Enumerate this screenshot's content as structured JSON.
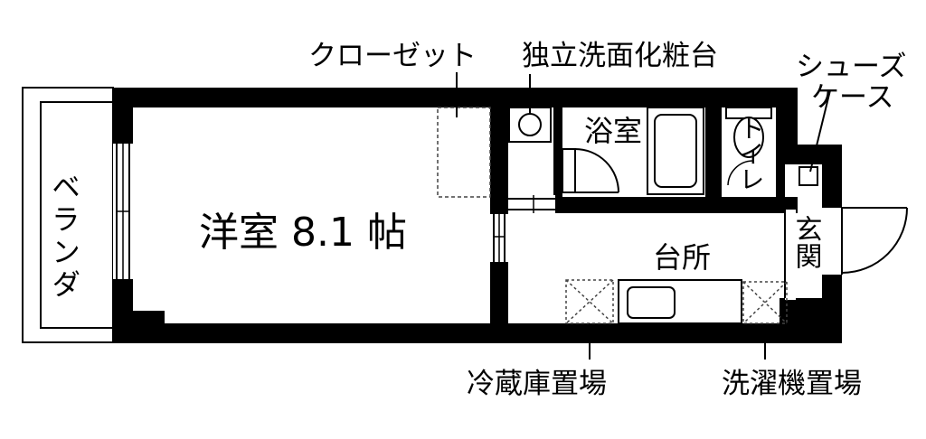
{
  "labels": {
    "closet": "クローゼット",
    "vanity": "独立洗面化粧台",
    "shoe_case_1": "シューズ",
    "shoe_case_2": "ケース",
    "veranda": "ベランダ",
    "western_room": "洋室 8.1 帖",
    "bath": "浴室",
    "toilet": "トイレ",
    "entrance": "玄関",
    "kitchen": "台所",
    "fridge_space": "冷蔵庫置場",
    "washer_space": "洗濯機置場"
  },
  "colors": {
    "wall": "#000000",
    "fill": "#ffffff",
    "dash": "#444444"
  }
}
